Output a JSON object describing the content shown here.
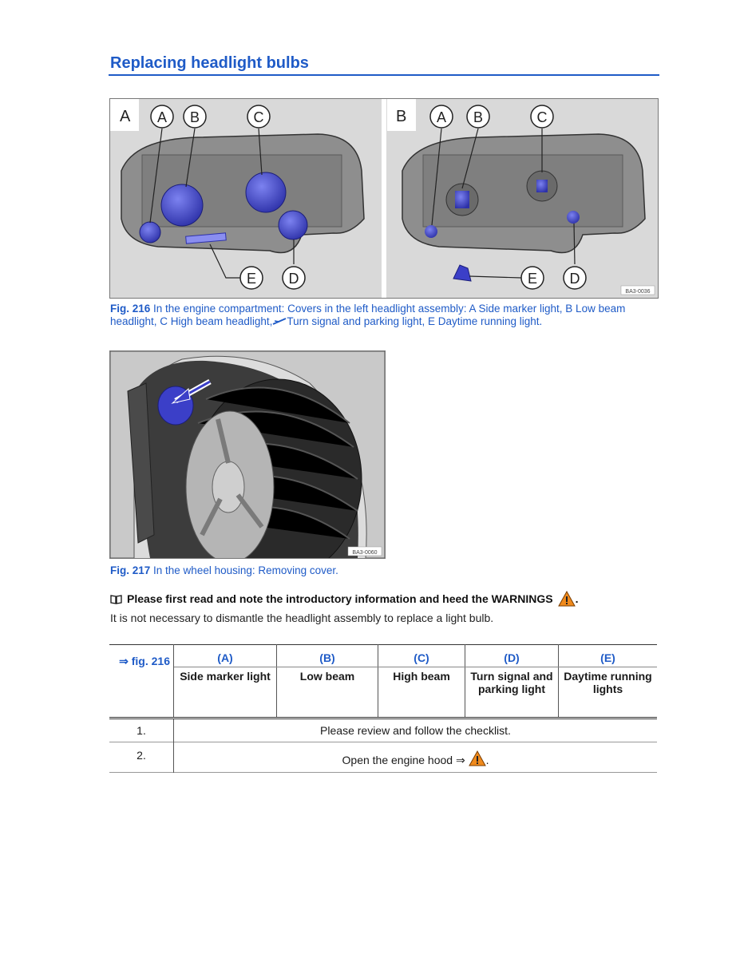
{
  "page": {
    "title": "Replacing headlight bulbs"
  },
  "figure216": {
    "panel_a_letter": "A",
    "panel_b_letter": "B",
    "callouts": [
      "A",
      "B",
      "C",
      "D",
      "E"
    ],
    "code": "BA3-0036",
    "caption_label": "Fig. 216",
    "caption_text_1": " In the engine compartment: Covers in the left headlight assembly: A Side marker light, B Low beam",
    "caption_text_2": "headlight, C High beam headlight,",
    "caption_text_3": "Turn signal and parking light, E Daytime running light."
  },
  "figure217": {
    "code": "BA3-0060",
    "caption_label": "Fig. 217",
    "caption_text": " In the wheel housing: Removing cover."
  },
  "note": {
    "text": "Please first read and note the introductory information and heed the WARNINGS",
    "end": "."
  },
  "intro": "It is not necessary to dismantle the headlight assembly to replace a light bulb.",
  "table": {
    "ref": "⇒ fig. 216",
    "letters": [
      "(A)",
      "(B)",
      "(C)",
      "(D)",
      "(E)"
    ],
    "names": [
      "Side marker light",
      "Low beam",
      "High beam",
      "Turn signal and parking light",
      "Daytime running lights"
    ],
    "steps": [
      {
        "num": "1.",
        "text": "Please review and follow the checklist."
      },
      {
        "num": "2.",
        "text": "Open the engine hood ⇒ ",
        "end": "."
      }
    ]
  },
  "colors": {
    "heading_blue": "#1f5bc7",
    "cover_blue": "#3b3fc8",
    "warning_orange": "#f08a1c"
  },
  "icons": [
    "book-icon",
    "warning-icon"
  ]
}
